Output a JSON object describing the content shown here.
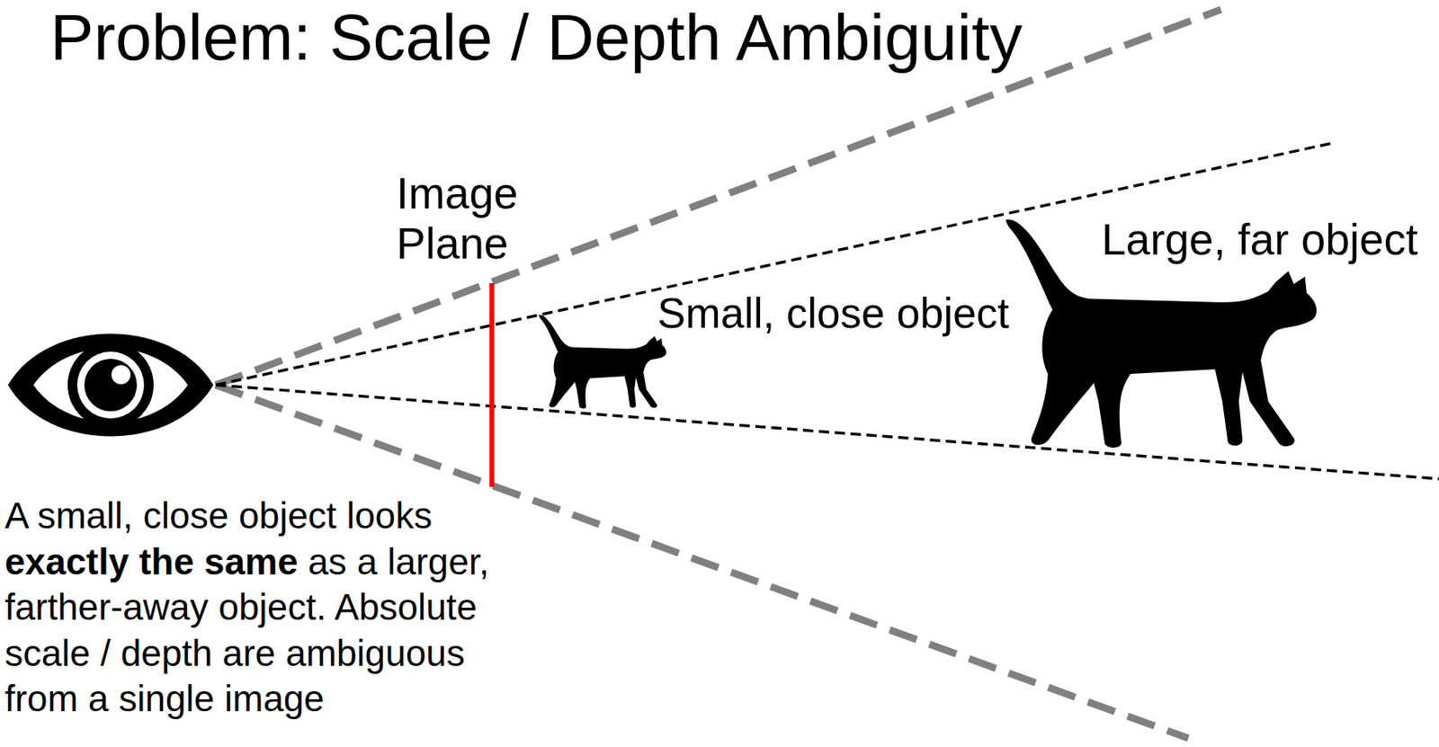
{
  "diagram": {
    "title": "Problem: Scale / Depth Ambiguity",
    "labels": [
      "Image Plane",
      "Small, close object",
      "Large, far object",
      "A small, close object looks",
      "exactly the same",
      "as a larger, farther-away object. Absolute scale / depth are ambiguous from a single image"
    ]
  }
}
